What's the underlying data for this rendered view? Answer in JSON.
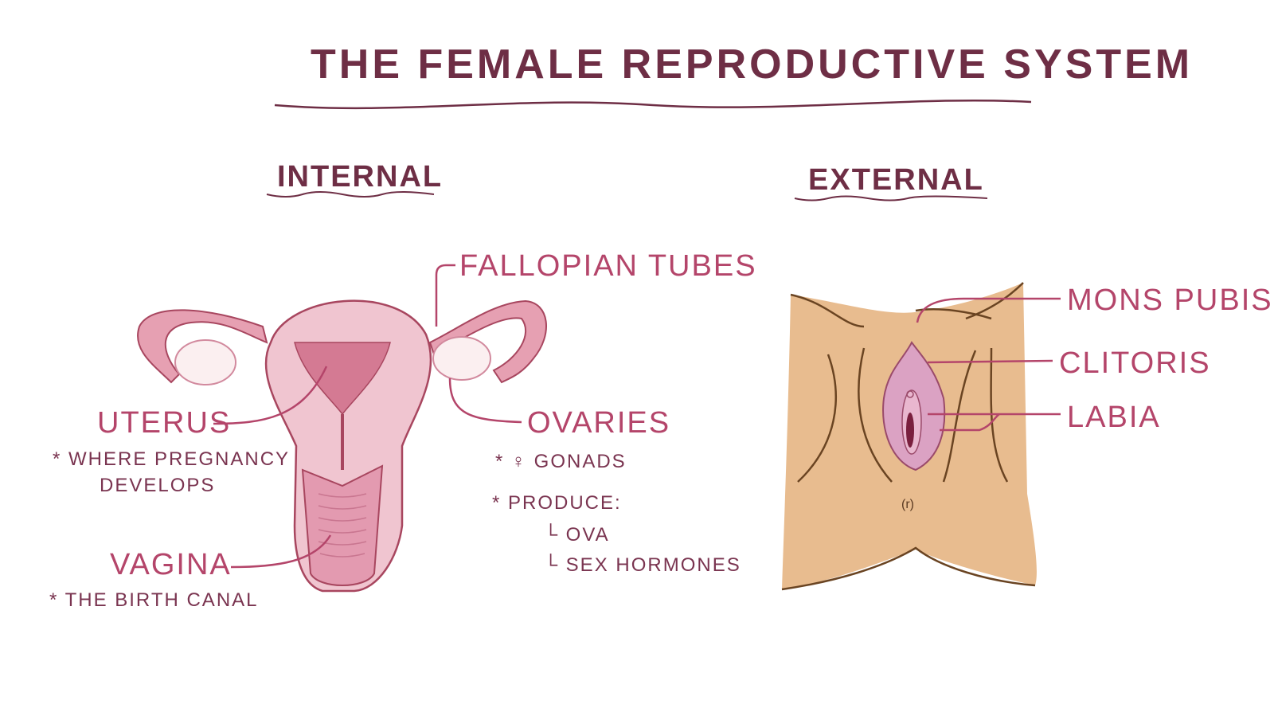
{
  "title": "The Female Reproductive System",
  "sections": {
    "internal": "Internal",
    "external": "External"
  },
  "internal_labels": {
    "fallopian_tubes": "Fallopian Tubes",
    "uterus": "Uterus",
    "uterus_note_1": "* Where Pregnancy",
    "uterus_note_2": "Develops",
    "vagina": "Vagina",
    "vagina_note": "* the Birth Canal",
    "ovaries": "Ovaries",
    "ovaries_note_1": "* ♀ Gonads",
    "ovaries_note_2": "* Produce:",
    "ovaries_sub_1": "└ Ova",
    "ovaries_sub_2": "└ Sex Hormones"
  },
  "external_labels": {
    "mons_pubis": "Mons Pubis",
    "clitoris": "Clitoris",
    "labia": "Labia",
    "anus_mark": "(r)"
  },
  "colors": {
    "title": "#6e2e45",
    "label": "#b4456a",
    "skin": "#e8bc8f",
    "organ": "#e8a3b4"
  }
}
